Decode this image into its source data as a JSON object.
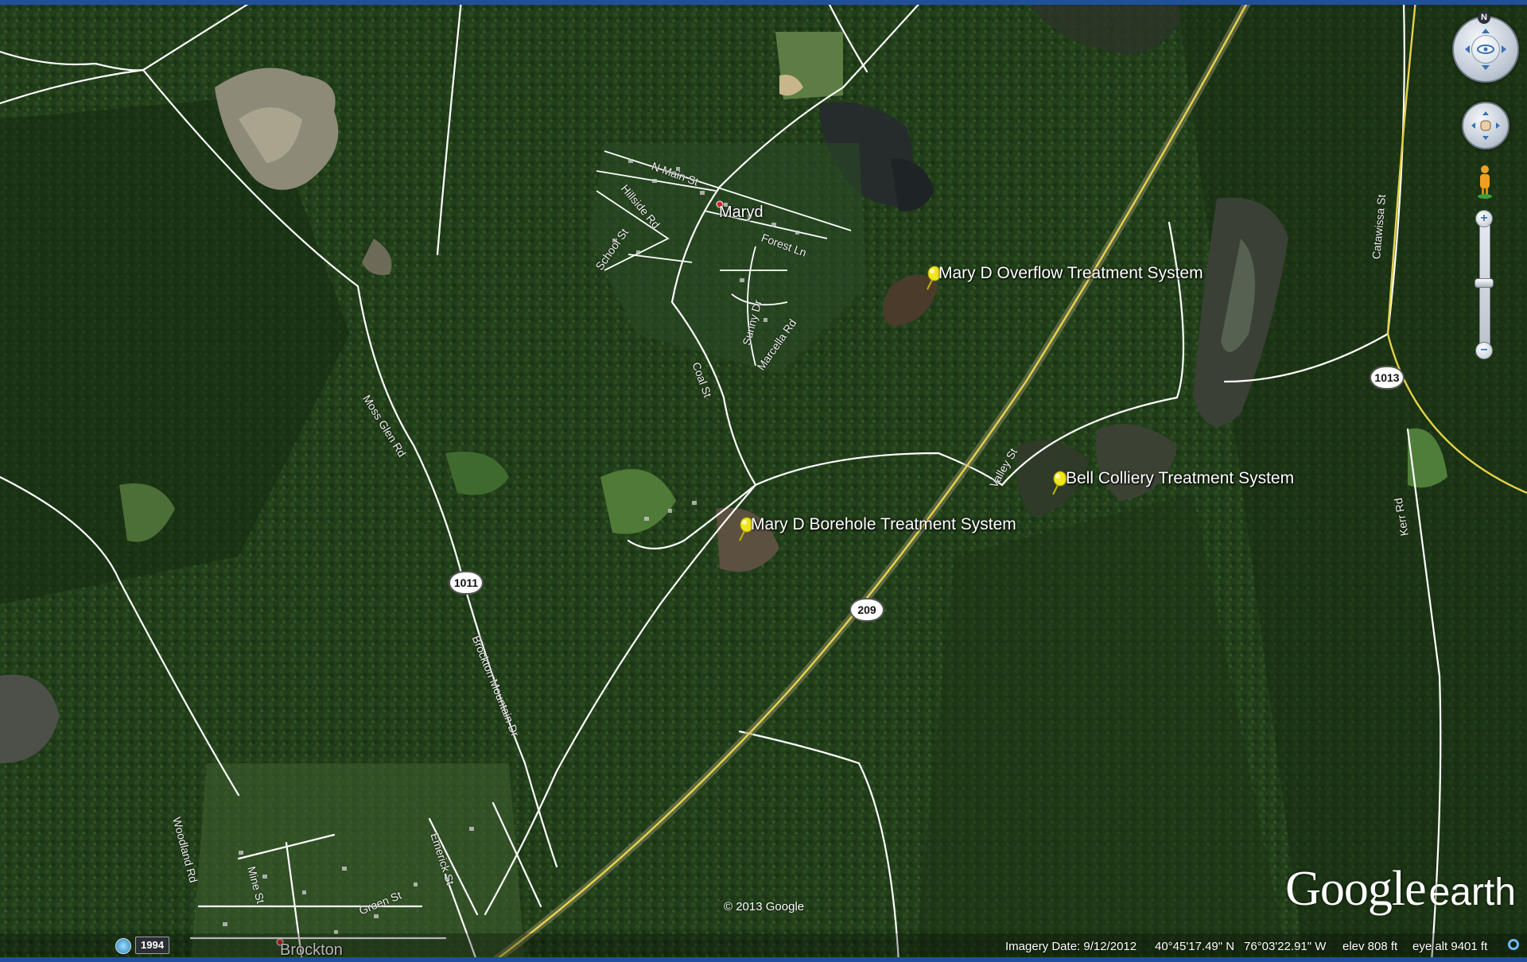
{
  "places": {
    "maryd": "Maryd",
    "brockton": "Brockton"
  },
  "placemarks": {
    "overflow": "Mary D Overflow Treatment System",
    "borehole": "Mary D Borehole Treatment System",
    "bell": "Bell Colliery Treatment System"
  },
  "roads": {
    "n_main": "N Main St",
    "hillside": "Hillside Rd",
    "school": "School St",
    "forest": "Forest Ln",
    "sunny": "Sunny Dr",
    "marcella": "Marcella Rd",
    "coal": "Coal St",
    "valley": "Valley St",
    "moss_glen": "Moss Glen Rd",
    "brockton_mtn": "Brockton Mountain Dr",
    "catawissa": "Catawissa St",
    "kerr": "Kerr Rd",
    "woodland": "Woodland Rd",
    "mine": "Mine St",
    "emerick": "Emerick St",
    "green": "Green St"
  },
  "shields": {
    "r1011": "1011",
    "r209": "209",
    "r1013": "1013"
  },
  "nav": {
    "north": "N",
    "zoom_in": "+",
    "zoom_out": "−"
  },
  "branding": {
    "logo_google": "Google",
    "logo_earth": "earth",
    "copyright": "© 2013 Google"
  },
  "status": {
    "year": "1994",
    "imagery_date": "Imagery Date: 9/12/2012",
    "lat": "40°45'17.49\" N",
    "lon": "76°03'22.91\" W",
    "elev": "elev   808 ft",
    "eye_alt": "eye alt  9401 ft"
  },
  "colors": {
    "forest": "#1f3a18",
    "road": "#ffffff",
    "highway": "#e6d24a",
    "pin": "#f2e51e"
  }
}
